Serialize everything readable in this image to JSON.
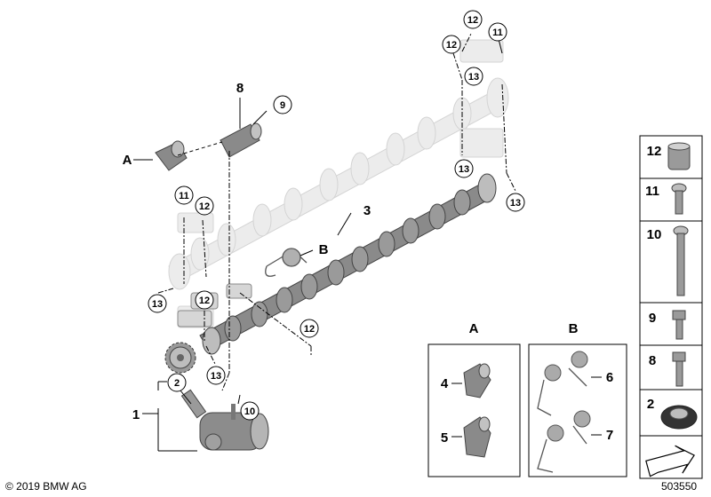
{
  "callouts": {
    "c12_top": "12",
    "c11_top": "11",
    "c12_topleft": "12",
    "c13_top": "13",
    "c13_mid_right": "13",
    "c13_right": "13",
    "c8": "8",
    "c9": "9",
    "cA": "A",
    "cB": "B",
    "c3": "3",
    "c11_left": "11",
    "c12_left": "12",
    "c13_left": "13",
    "c12_left2": "12",
    "c12_lower": "12",
    "c13_lower": "13",
    "c2": "2",
    "c1": "1",
    "c10": "10"
  },
  "detail_boxes": {
    "a": {
      "title": "A",
      "item_top": "4",
      "item_bottom": "5"
    },
    "b": {
      "title": "B",
      "item_top": "6",
      "item_bottom": "7"
    }
  },
  "legend": [
    {
      "num": "12",
      "icon": "sleeve-icon"
    },
    {
      "num": "11",
      "icon": "short-torx-bolt-icon"
    },
    {
      "num": "10",
      "icon": "long-torx-bolt-icon"
    },
    {
      "num": "9",
      "icon": "socket-screw-icon"
    },
    {
      "num": "8",
      "icon": "socket-screw-long-icon"
    },
    {
      "num": "2",
      "icon": "seal-ring-icon"
    }
  ],
  "footer": {
    "copyright": "© 2019 BMW AG",
    "diagram_number": "503550"
  },
  "colors": {
    "line": "#000000",
    "part_gray": "#7a7a7a",
    "part_light": "#d6d6d6",
    "ghost": "#ececec"
  }
}
